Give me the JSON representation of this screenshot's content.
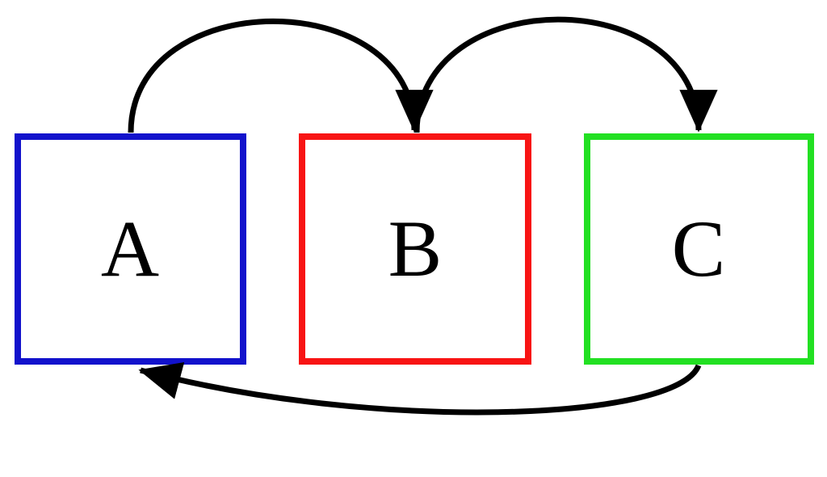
{
  "diagram": {
    "background_color": "#ffffff",
    "arrow_color": "#000000",
    "label_color": "#000000",
    "nodes": [
      {
        "id": "A",
        "label": "A",
        "border_color": "#1212cc"
      },
      {
        "id": "B",
        "label": "B",
        "border_color": "#f81414"
      },
      {
        "id": "C",
        "label": "C",
        "border_color": "#22e022"
      }
    ],
    "edges": [
      {
        "from": "A",
        "to": "B",
        "route": "top-arc"
      },
      {
        "from": "B",
        "to": "C",
        "route": "top-arc"
      },
      {
        "from": "C",
        "to": "A",
        "route": "bottom-arc"
      }
    ]
  }
}
